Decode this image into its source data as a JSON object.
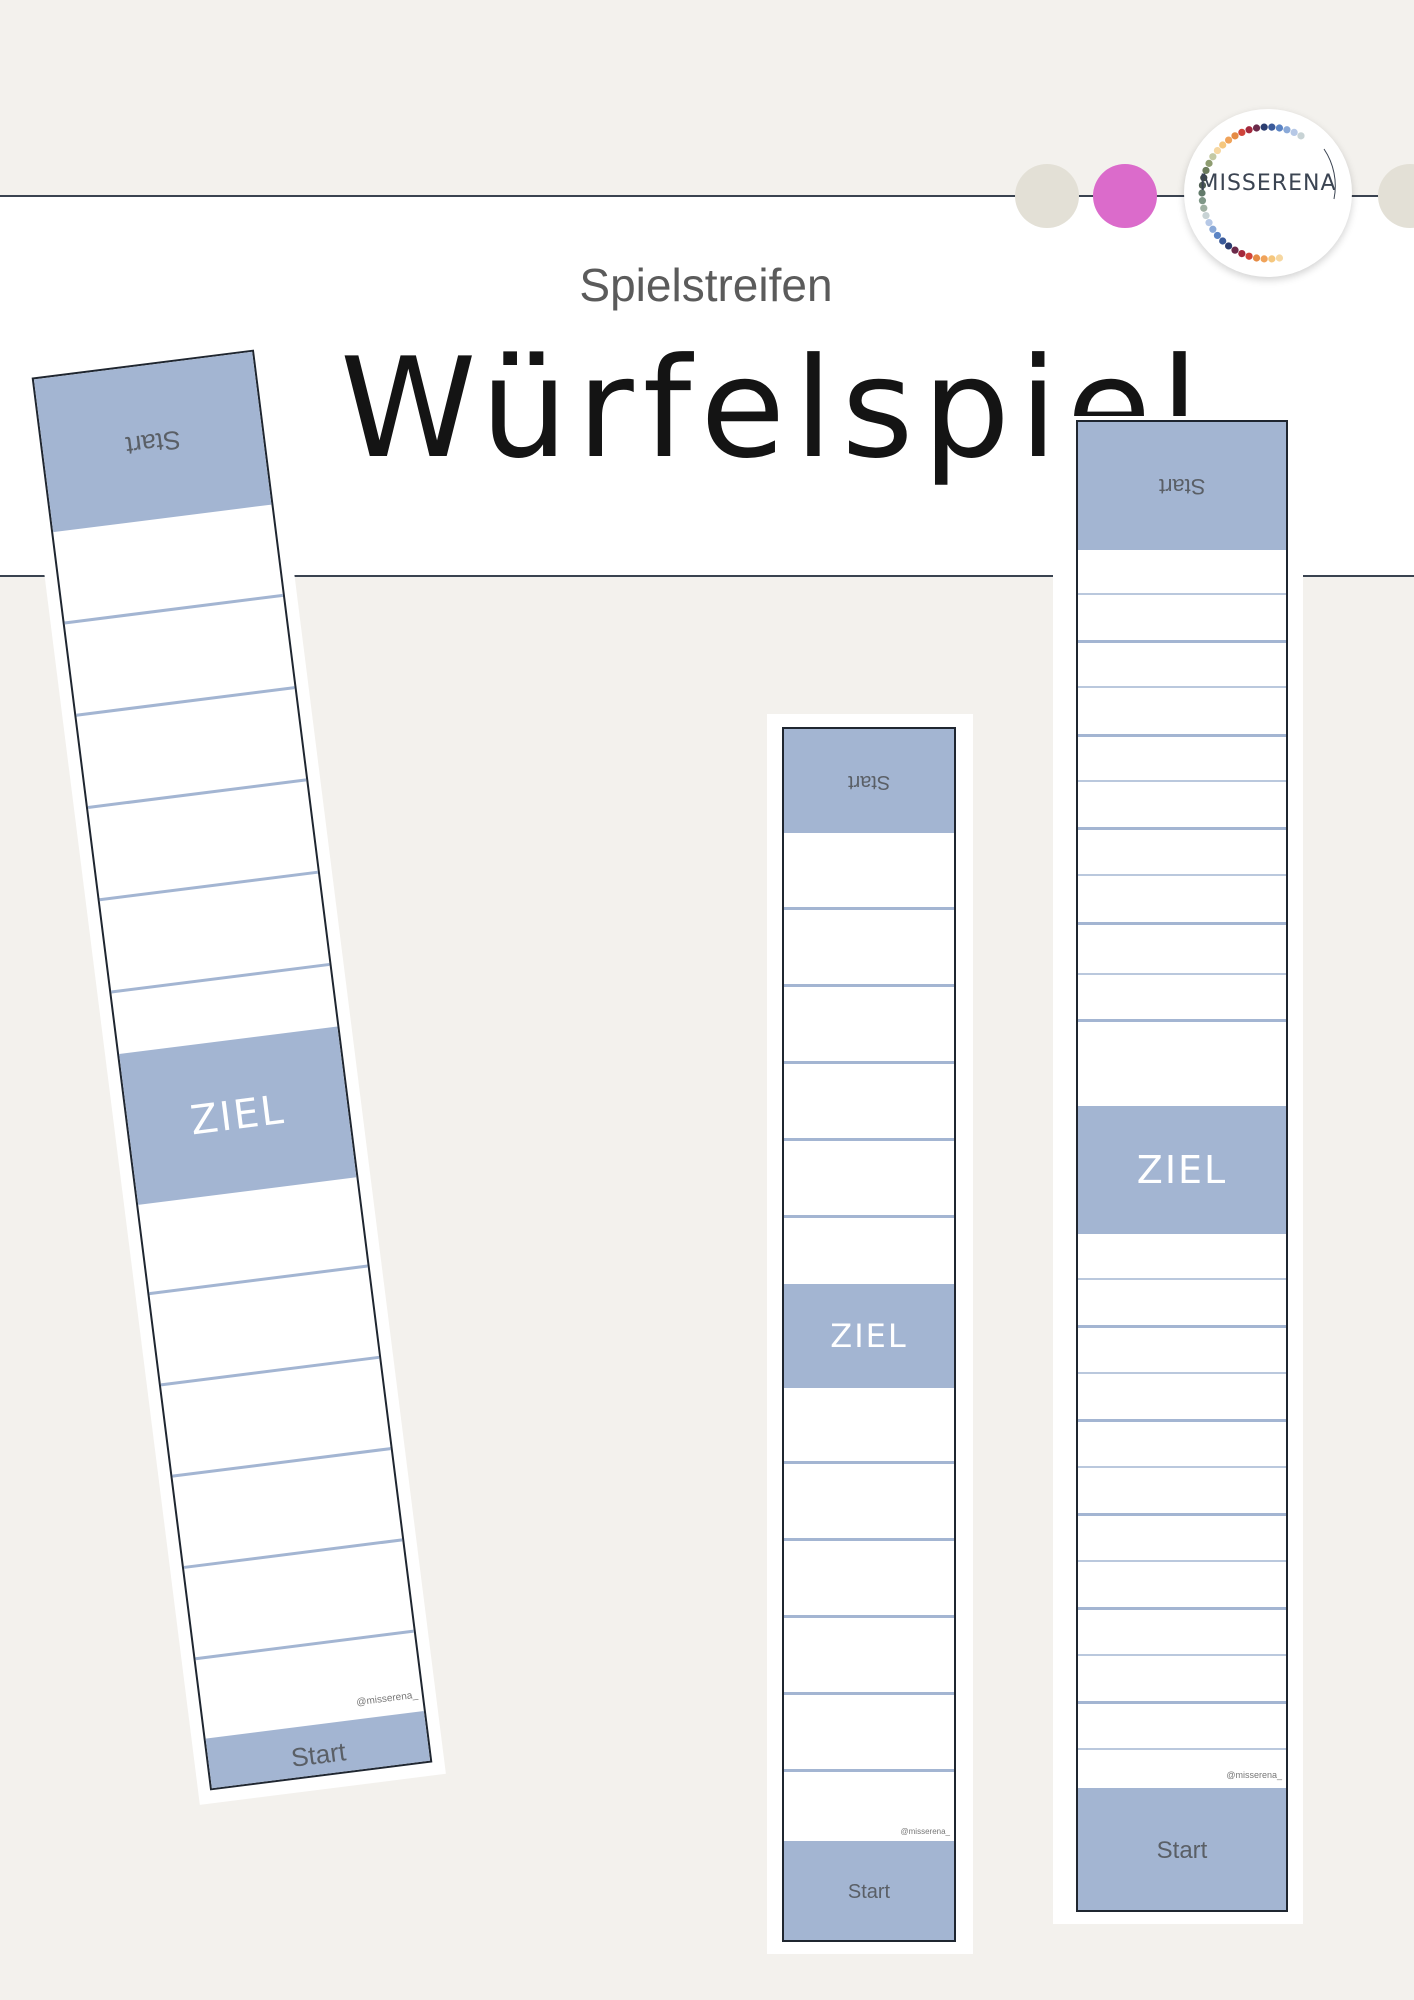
{
  "header": {
    "subtitle": "Spielstreifen",
    "title": "Würfelspiel",
    "logo_text": "MISSERENA"
  },
  "strips": {
    "start_label": "Start",
    "ziel_label": "ZIEL",
    "handle": "@misserena_"
  },
  "colors": {
    "background": "#f3f1ed",
    "field_blue": "#a3b5d2",
    "dot_beige": "#e3e0d6",
    "dot_pink": "#db6bcb"
  }
}
